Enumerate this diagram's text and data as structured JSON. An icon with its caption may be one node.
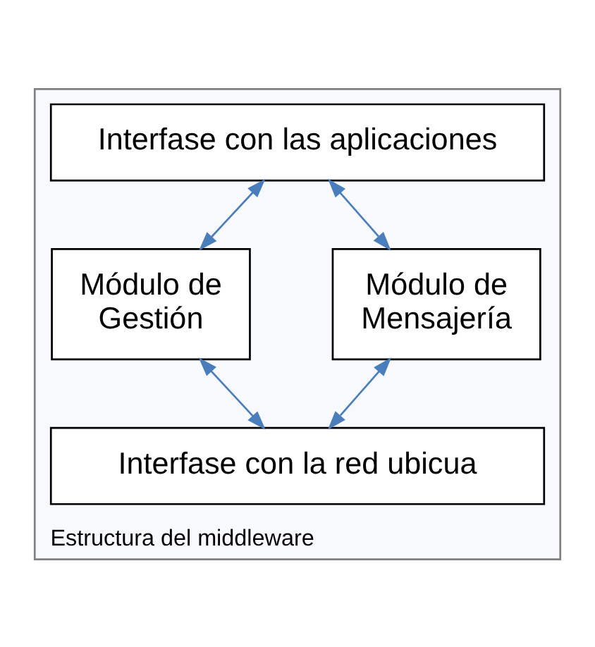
{
  "diagram": {
    "nodes": [
      {
        "text": [
          "Estructura del middleware"
        ]
      },
      {
        "text": [
          "Interfase con las aplicaciones"
        ],
        "in": 0
      },
      {
        "text": [
          "Módulo de Gestión"
        ],
        "in": 0
      },
      {
        "text": [
          "Módulo de Mensajería"
        ],
        "in": 0
      },
      {
        "text": [
          "Interfase con la red ubicua"
        ],
        "in": 0
      }
    ],
    "edges": [
      {
        "from": 1,
        "to": 2,
        "arrow": "both",
        "color": "#4a7ebb"
      },
      {
        "from": 1,
        "to": 3,
        "arrow": "both",
        "color": "#4a7ebb"
      },
      {
        "from": 2,
        "to": 4,
        "arrow": "both",
        "color": "#4a7ebb"
      },
      {
        "from": 3,
        "to": 4,
        "arrow": "both",
        "color": "#4a7ebb"
      }
    ]
  }
}
